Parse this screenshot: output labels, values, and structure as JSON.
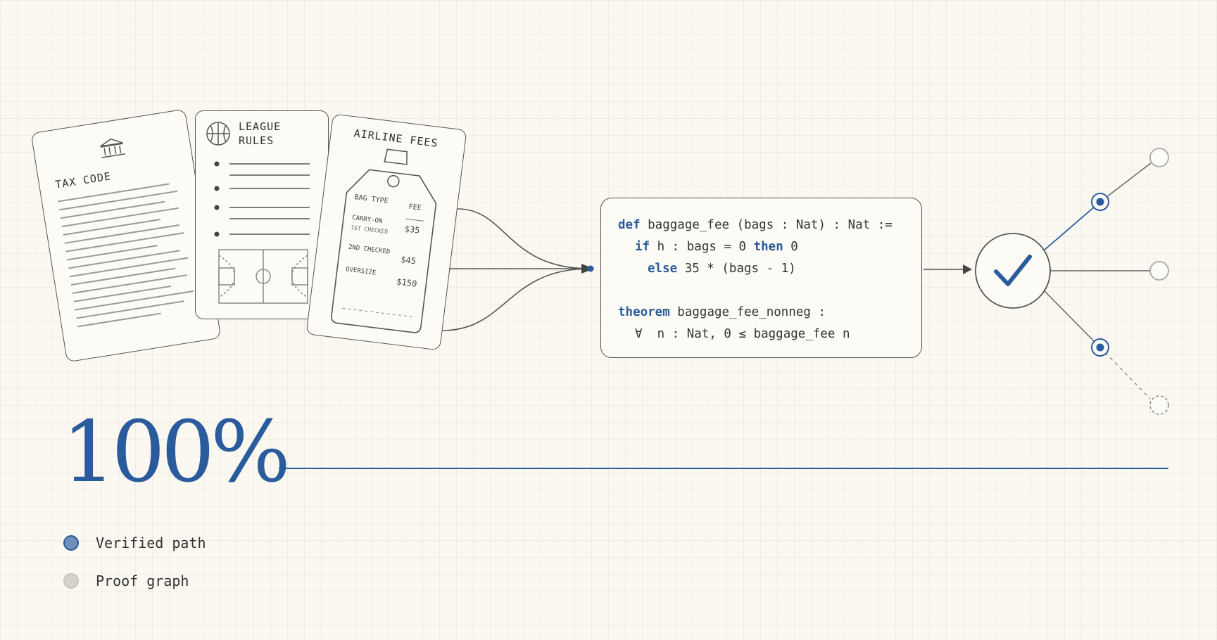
{
  "documents": [
    {
      "title": "TAX CODE"
    },
    {
      "title_line1": "LEAGUE",
      "title_line2": "RULES"
    },
    {
      "title": "AIRLINE FEES",
      "col_type": "BAG TYPE",
      "col_fee": "FEE",
      "rows": [
        {
          "type": "CARRY-ON",
          "fee": "$35"
        },
        {
          "type": "1ST CHECKED",
          "fee": ""
        },
        {
          "type": "2ND CHECKED",
          "fee": "$45"
        },
        {
          "type": "OVERSIZE",
          "fee": "$150"
        }
      ]
    }
  ],
  "code": {
    "line1": {
      "kw": "def",
      "rest": " baggage_fee (bags : Nat) : Nat :="
    },
    "line2": {
      "kw1": "if",
      "mid": " h : bags = 0 ",
      "kw2": "then",
      "rest": " 0"
    },
    "line3": {
      "kw": "else",
      "rest": " 35 * (bags - 1)"
    },
    "line4": {
      "kw": "theorem",
      "rest": " baggage_fee_nonneg :"
    },
    "line5": {
      "rest": "∀  n : Nat, 0 ≤ baggage_fee n"
    }
  },
  "stat": {
    "value": "100%"
  },
  "legend": [
    {
      "label": "Verified path",
      "color": "#6f8fb8"
    },
    {
      "label": "Proof graph",
      "color": "#d6d3cc"
    }
  ],
  "colors": {
    "accent": "#2a5b9c",
    "ink": "#555555",
    "muted": "#bbbbbb"
  }
}
